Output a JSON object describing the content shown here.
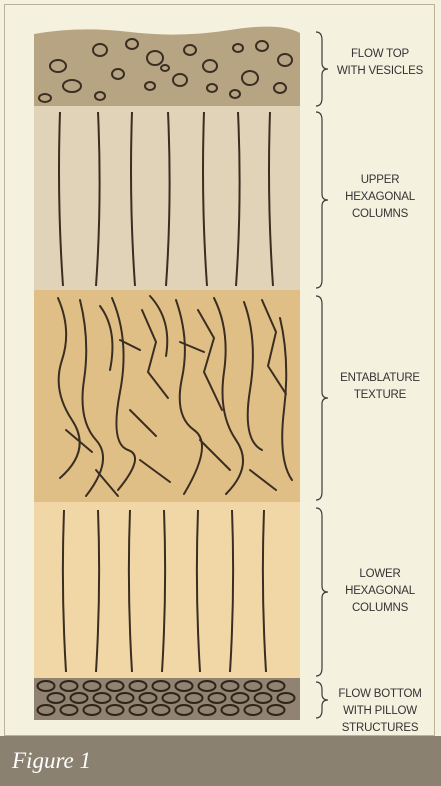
{
  "layers": [
    {
      "key": "flow-top",
      "label": "FLOW TOP\nWITH VESICLES",
      "fill": "#b7a482"
    },
    {
      "key": "upper-columns",
      "label": "UPPER\nHEXAGONAL\nCOLUMNS",
      "fill": "#e1d3b7"
    },
    {
      "key": "entablature",
      "label": "ENTABLATURE\nTEXTURE",
      "fill": "#e0bf86"
    },
    {
      "key": "lower-columns",
      "label": "LOWER\nHEXAGONAL\nCOLUMNS",
      "fill": "#f1d7a6"
    },
    {
      "key": "flow-bottom",
      "label": "FLOW BOTTOM\nWITH PILLOW\nSTRUCTURES",
      "fill": "#918371"
    }
  ],
  "caption": "Figure 1",
  "colors": {
    "frame_background": "#f4f1df",
    "caption_bar": "#8a8170",
    "line_color": "#3a2e22"
  }
}
